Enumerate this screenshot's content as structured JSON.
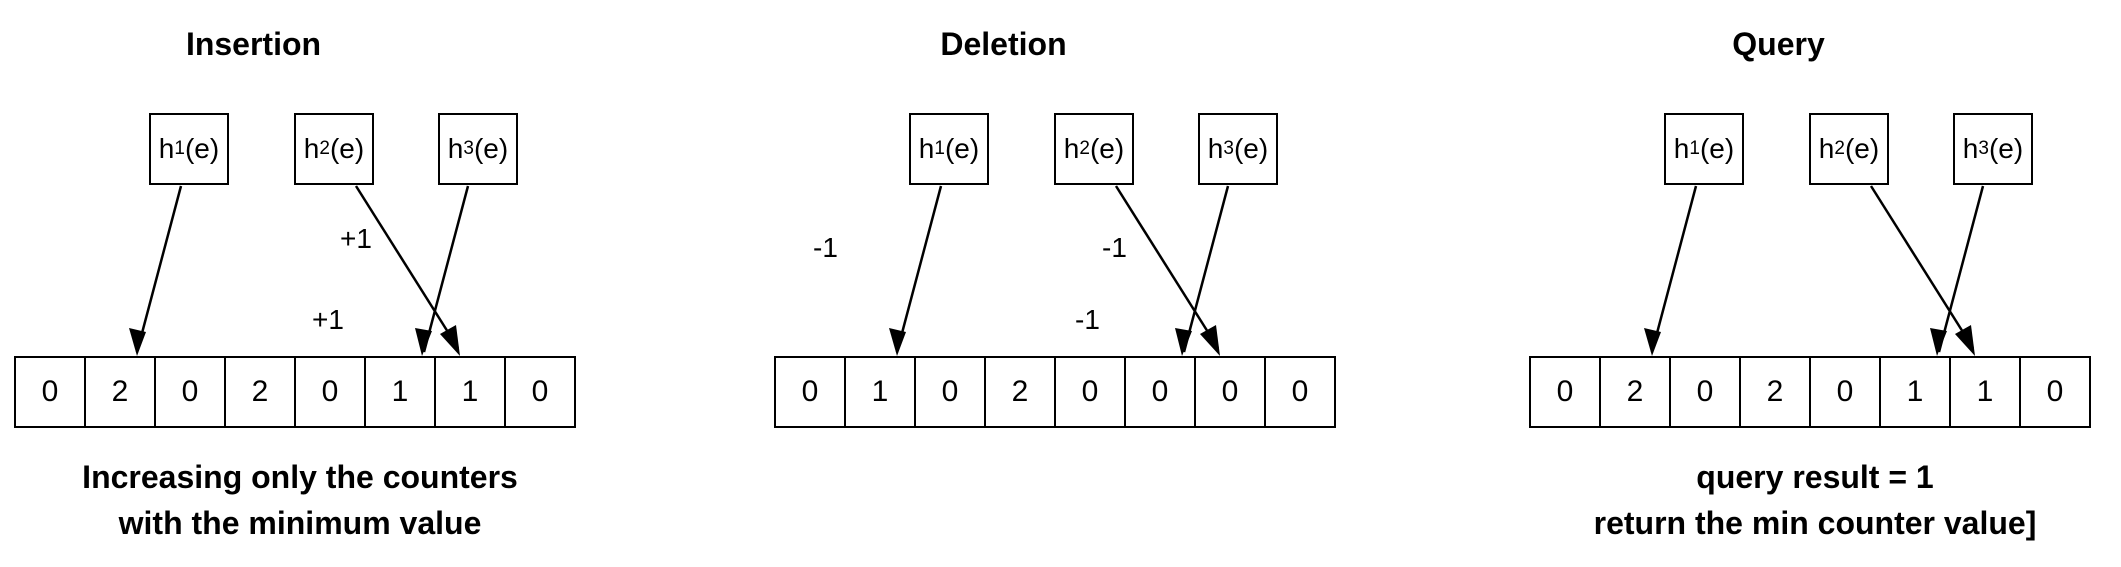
{
  "panels": [
    {
      "title": "Insertion",
      "hash_base": "h",
      "hash_arg": "(e)",
      "hashes": [
        "1",
        "2",
        "3"
      ],
      "increments": [
        "+1",
        "+1"
      ],
      "counters": [
        "0",
        "2",
        "0",
        "2",
        "0",
        "1",
        "1",
        "0"
      ],
      "caption": [
        "Increasing only the counters",
        "with the minimum value"
      ]
    },
    {
      "title": "Deletion",
      "hash_base": "h",
      "hash_arg": "(e)",
      "hashes": [
        "1",
        "2",
        "3"
      ],
      "decrements": [
        "-1",
        "-1",
        "-1"
      ],
      "counters": [
        "0",
        "1",
        "0",
        "2",
        "0",
        "0",
        "0",
        "0"
      ]
    },
    {
      "title": "Query",
      "hash_base": "h",
      "hash_arg": "(e)",
      "hashes": [
        "1",
        "2",
        "3"
      ],
      "counters": [
        "0",
        "2",
        "0",
        "2",
        "0",
        "1",
        "1",
        "0"
      ],
      "caption": [
        "query result = 1",
        "return the min counter value]"
      ]
    }
  ]
}
